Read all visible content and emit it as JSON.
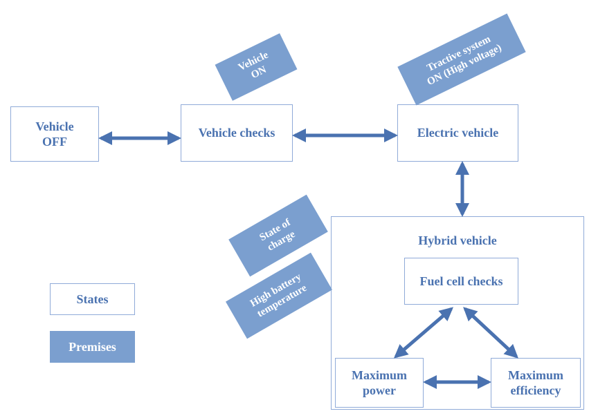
{
  "states": {
    "vehicle_off": "Vehicle\nOFF",
    "vehicle_checks": "Vehicle checks",
    "electric_vehicle": "Electric vehicle",
    "hybrid_vehicle": "Hybrid vehicle",
    "fuel_cell_checks": "Fuel cell checks",
    "maximum_power": "Maximum\npower",
    "maximum_efficiency": "Maximum\nefficiency"
  },
  "premises": {
    "vehicle_on": "Vehicle\nON",
    "tractive_system_on": "Tractive system\nON (High voltage)",
    "state_of_charge": "State of\ncharge",
    "high_battery_temperature": "High  battery\ntemperature"
  },
  "legend": {
    "states_label": "States",
    "premises_label": "Premises"
  },
  "colors": {
    "state_border": "#8faad8",
    "state_text": "#4a72b0",
    "premise_fill": "#7b9fcf",
    "arrow": "#4a72b0"
  }
}
